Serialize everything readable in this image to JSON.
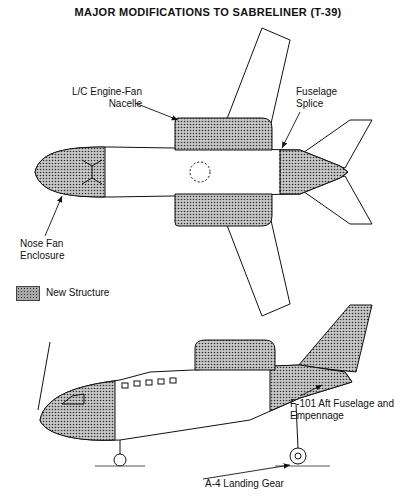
{
  "diagram": {
    "title": "MAJOR MODIFICATIONS TO SABRELINER (T-39)",
    "labels": [
      "L/C Engine-Fan Nacelle",
      "Fuselage Splice",
      "Nose Fan Enclosure",
      "F-101 Aft Fuselage and Empennage",
      "A-4 Landing Gear"
    ],
    "legend": [
      {
        "text": "New Structure",
        "color": "#a8a8a8"
      }
    ]
  }
}
